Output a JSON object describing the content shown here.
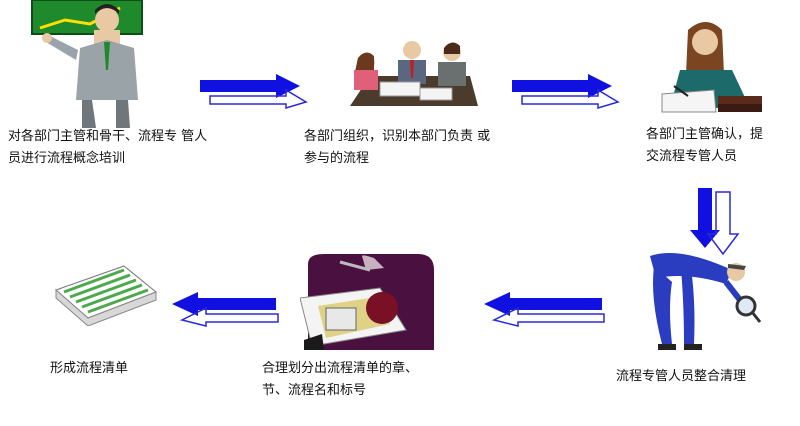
{
  "steps": [
    {
      "line1": "对各部门主管和骨干、流程专 管人",
      "line2": "员进行流程概念培训"
    },
    {
      "line1": "各部门组织，识别本部门负责 或",
      "line2": "参与的流程"
    },
    {
      "line1": "各部门主管确认，提",
      "line2": "交流程专管人员"
    },
    {
      "line1": "流程专管人员整合清理"
    },
    {
      "line1": "合理划分出流程清单的章、",
      "line2": "节、流程名和标号"
    },
    {
      "line1": "形成流程清单"
    }
  ],
  "colors": {
    "arrow_blue": "#1010e0",
    "arrow_outline": "#2a2ad8"
  }
}
